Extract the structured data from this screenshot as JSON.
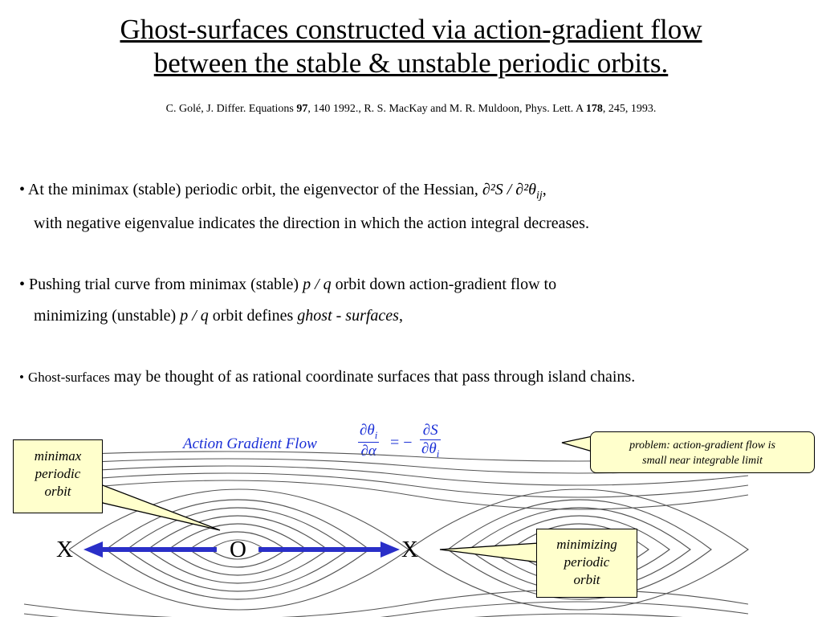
{
  "title": {
    "line1": "Ghost-surfaces constructed via action-gradient flow",
    "line2": "between the stable & unstable periodic orbits."
  },
  "reference": {
    "part1": "C. Golé, J. Differ. Equations ",
    "vol1": "97",
    "part2": ", 140 1992., R. S. MacKay and M. R. Muldoon, Phys. Lett. A ",
    "vol2": "178",
    "part3": ", 245, 1993."
  },
  "bullets": {
    "b1_line1": "At the minimax (stable) periodic orbit, the eigenvector of the Hessian,",
    "b1_math": "∂²S / ∂²θ",
    "b1_sub": "ij",
    "b1_line2": "with negative eigenvalue indicates the direction in which the action integral decreases.",
    "b2_line1_a": "Pushing trial curve from minimax (stable)",
    "b2_pq": "p / q",
    "b2_line1_b": "orbit down action-gradient flow to",
    "b2_line2_a": "minimizing (unstable)",
    "b2_line2_b": "orbit defines",
    "b2_ghost": "ghost - surfaces",
    "b3_small": "Ghost-surfaces",
    "b3_rest": "may be thought of as rational coordinate surfaces that pass through island chains."
  },
  "equation": {
    "label": "Action Gradient Flow",
    "lhs_num": "∂θ",
    "lhs_num_sub": "i",
    "lhs_den": "∂α",
    "equals": "= −",
    "rhs_num": "∂S",
    "rhs_den": "∂θ",
    "rhs_den_sub": "i"
  },
  "callouts": {
    "minimax": [
      "minimax",
      "periodic",
      "orbit"
    ],
    "minimizing": [
      "minimizing",
      "periodic",
      "orbit"
    ],
    "problem": [
      "problem: action-gradient flow is",
      "small near integrable limit"
    ]
  },
  "diagram_labels": {
    "x_left": "X",
    "o_center": "O",
    "x_right": "X"
  },
  "colors": {
    "arrow": "#2a2fc8",
    "equation": "#1a2fd6",
    "callout_fill": "#ffffcc"
  }
}
